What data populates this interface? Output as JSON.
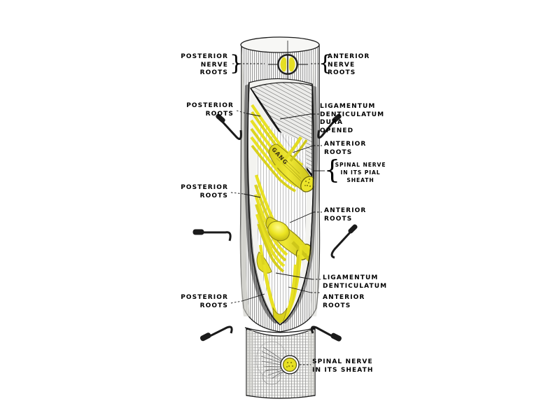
{
  "figure": {
    "title": "Spinal cord with dura mater opened showing nerve roots",
    "background_color": "#ffffff",
    "nerve_color": "#e9e224",
    "nerve_shadow_color": "#b8ab1c",
    "ink_color": "#111111",
    "dura_color": "#f2f1ee"
  },
  "labels": {
    "posterior_nerve_roots": "POSTERIOR\nNERVE\nROOTS",
    "anterior_nerve_roots": "ANTERIOR\nNERVE\nROOTS",
    "posterior_roots_upper": "POSTERIOR\nROOTS",
    "posterior_roots_middle": "POSTERIOR\nROOTS",
    "posterior_roots_lower": "POSTERIOR\nROOTS",
    "ligamentum_denticulatum_dura_opened": "LIGAMENTUM\nDENTICULATUM\nDURA\nOPENED",
    "anterior_roots_upper": "ANTERIOR\nROOTS",
    "anterior_roots_middle": "ANTERIOR\nROOTS",
    "spinal_nerve_pial_sheath": "SPINAL NERVE\nIN ITS PIAL\nSHEATH",
    "ligamentum_denticulatum_lower": "LIGAMENTUM\nDENTICULATUM",
    "anterior_roots_lower": "ANTERIOR\nROOTS",
    "spinal_nerve_in_sheath": "SPINAL NERVE\nIN ITS SHEATH",
    "ganglion_marking": "GANG"
  },
  "braces": {
    "posterior_nerve_roots_brace": "}",
    "anterior_nerve_roots_brace": "{",
    "spinal_nerve_pial_brace": "{"
  },
  "structures": {
    "cord_top_segment": "spinal-cord-upper-dura",
    "cord_bottom_segment": "spinal-cord-lower-dura",
    "dura_flap": "reflected-dura-flap",
    "cross_section_top": "cord-cross-section",
    "cross_section_bottom": "spinal-nerve-cross-section",
    "pins": [
      "pin-upper-left",
      "pin-upper-right",
      "pin-middle-left",
      "pin-middle-right",
      "pin-lower-left",
      "pin-lower-right"
    ],
    "nerve_bundles": [
      "nerve-bundle-upper",
      "nerve-bundle-middle",
      "nerve-bundle-lower"
    ]
  }
}
